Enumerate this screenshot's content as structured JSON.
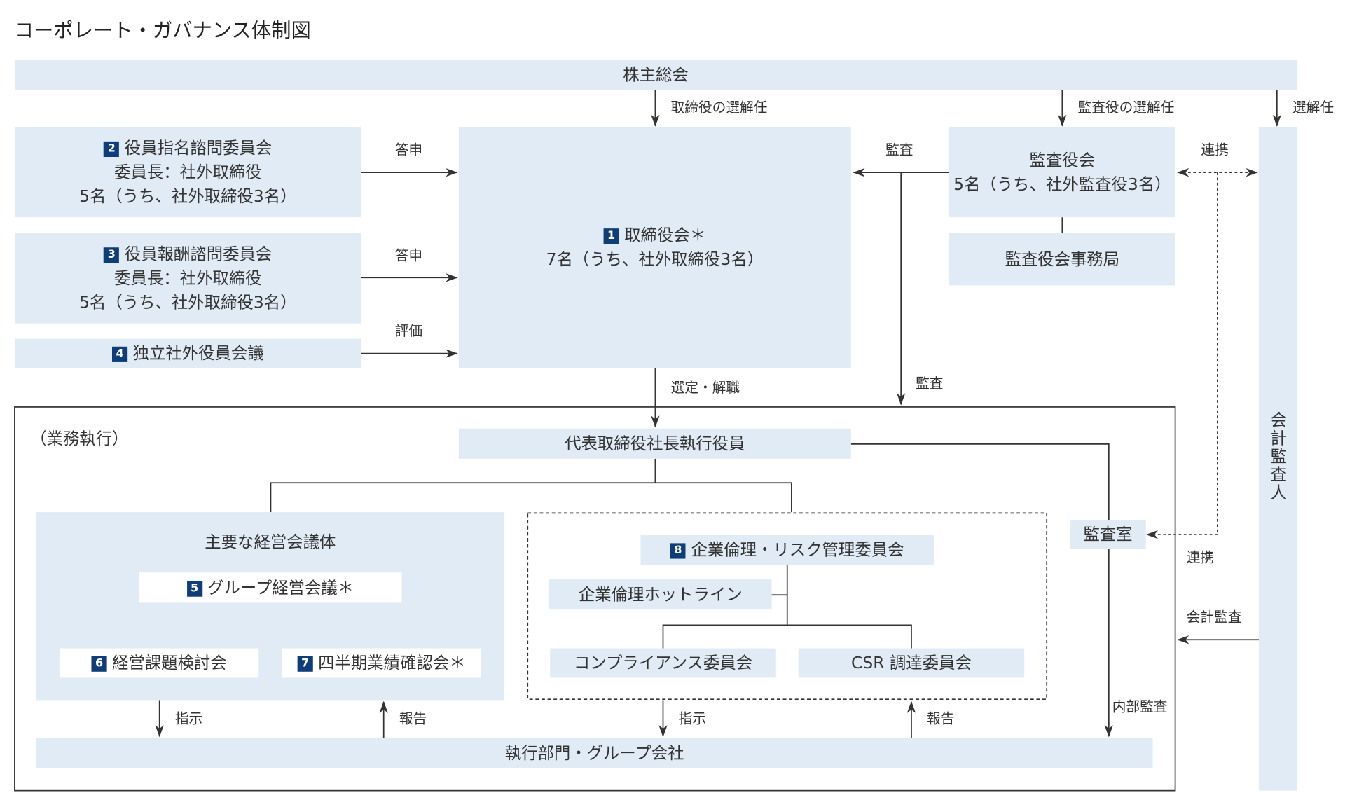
{
  "title": "コーポレート・ガバナンス体制図",
  "shareholders": "株主総会",
  "board": {
    "num": "1",
    "name": "取締役会＊",
    "members": "7名（うち、社外取締役3名）"
  },
  "nomination": {
    "num": "2",
    "name": "役員指名諮問委員会",
    "chair": "委員長：社外取締役",
    "members": "5名（うち、社外取締役3名）"
  },
  "remuneration": {
    "num": "3",
    "name": "役員報酬諮問委員会",
    "chair": "委員長：社外取締役",
    "members": "5名（うち、社外取締役3名）"
  },
  "independent": {
    "num": "4",
    "name": "独立社外役員会議"
  },
  "auditors": {
    "name": "監査役会",
    "members": "5名（うち、社外監査役3名）"
  },
  "auditors_office": "監査役会事務局",
  "accounting_auditor": "会計監査人",
  "execution_label": "（業務執行）",
  "ceo": "代表取締役社長執行役員",
  "main_meetings": "主要な経営会議体",
  "group_meeting": {
    "num": "5",
    "name": "グループ経営会議＊"
  },
  "issues_meeting": {
    "num": "6",
    "name": "経営課題検討会"
  },
  "quarterly_meeting": {
    "num": "7",
    "name": "四半期業績確認会＊"
  },
  "ethics_committee": {
    "num": "8",
    "name": "企業倫理・リスク管理委員会"
  },
  "hotline": "企業倫理ホットライン",
  "compliance": "コンプライアンス委員会",
  "csr": "CSR 調達委員会",
  "audit_room": "監査室",
  "divisions": "執行部門・グループ会社",
  "labels": {
    "director_election": "取締役の選解任",
    "auditor_election": "監査役の選解任",
    "election": "選解任",
    "report_1": "答申",
    "report_2": "答申",
    "evaluation": "評価",
    "audit_board": "監査",
    "audit_execution": "監査",
    "cooperation_top": "連携",
    "cooperation_bottom": "連携",
    "appointment": "選定・解職",
    "accounting_audit": "会計監査",
    "instruct_1": "指示",
    "report_3": "報告",
    "instruct_2": "指示",
    "report_4": "報告",
    "internal_audit": "内部監査"
  }
}
